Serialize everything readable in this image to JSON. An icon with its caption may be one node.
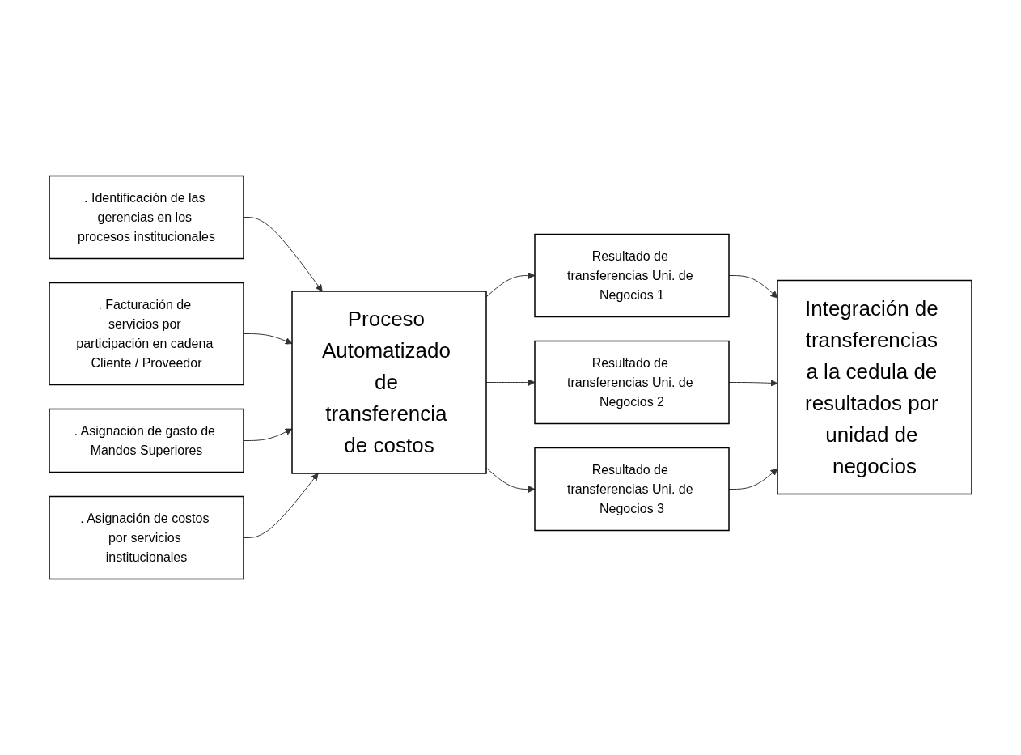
{
  "diagram": {
    "nodes": [
      {
        "text": [
          ". Identificación de las gerencias en los procesos institucionales"
        ]
      },
      {
        "text": [
          ". Facturación de servicios por participación en cadena Cliente / Proveedor"
        ]
      },
      {
        "text": [
          ". Asignación de gasto de Mandos Superiores"
        ]
      },
      {
        "text": [
          ". Asignación de costos por servicios institucionales"
        ]
      },
      {
        "text": [
          "Proceso Automatizado de transferencia de costos"
        ]
      },
      {
        "text": [
          "Resultado de transferencias Uni. de Negocios 1"
        ]
      },
      {
        "text": [
          "Resultado de transferencias Uni. de Negocios 2"
        ]
      },
      {
        "text": [
          "Resultado de transferencias Uni. de Negocios 3"
        ]
      },
      {
        "text": [
          "Integración de transferencias a la cedula de resultados por unidad de negocios"
        ]
      }
    ],
    "edges": [
      {
        "from": 0,
        "to": 4,
        "arrow": "to"
      },
      {
        "from": 1,
        "to": 4,
        "arrow": "to"
      },
      {
        "from": 2,
        "to": 4,
        "arrow": "to"
      },
      {
        "from": 3,
        "to": 4,
        "arrow": "to"
      },
      {
        "from": 4,
        "to": 5,
        "arrow": "to"
      },
      {
        "from": 4,
        "to": 6,
        "arrow": "to"
      },
      {
        "from": 4,
        "to": 7,
        "arrow": "to"
      },
      {
        "from": 5,
        "to": 8,
        "arrow": "to"
      },
      {
        "from": 6,
        "to": 8,
        "arrow": "to"
      },
      {
        "from": 7,
        "to": 8,
        "arrow": "to"
      }
    ]
  }
}
